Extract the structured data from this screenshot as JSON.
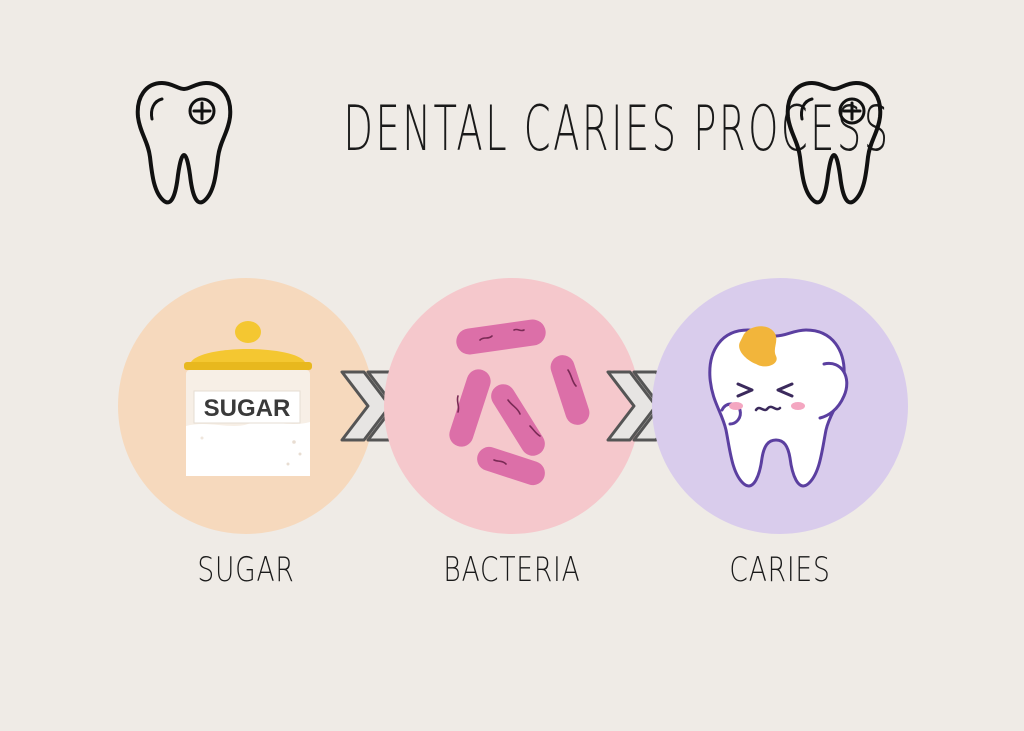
{
  "header": {
    "title": "DENTAL CARIES PROCESS",
    "left_icon": "tooth-plus-icon",
    "right_icon": "tooth-plus-icon"
  },
  "stages": [
    {
      "label": "SUGAR",
      "icon": "sugar-jar-icon",
      "jar_text": "SUGAR",
      "color": "#f6d9bd"
    },
    {
      "label": "BACTERIA",
      "icon": "bacteria-icon",
      "color": "#f5c8cc"
    },
    {
      "label": "CARIES",
      "icon": "decayed-tooth-icon",
      "color": "#d9ccec"
    }
  ],
  "connectors": [
    {
      "icon": "double-chevron-right-icon"
    },
    {
      "icon": "double-chevron-right-icon"
    }
  ],
  "colors": {
    "background": "#efebe6",
    "jar_lid": "#f4c731",
    "bacteria": "#dc6fa8",
    "caries_spot": "#f2b53b",
    "tooth_outline": "#5b3fa0"
  }
}
